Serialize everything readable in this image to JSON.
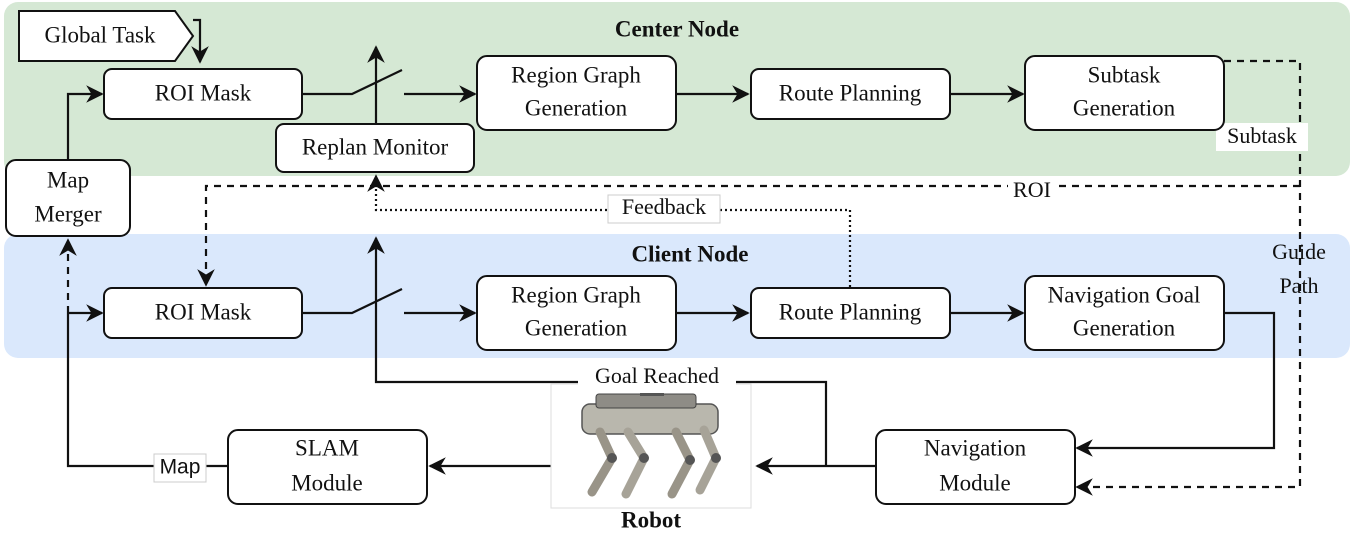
{
  "center_node": {
    "title": "Center Node",
    "color": "#d5e8d4",
    "global_task": "Global Task",
    "roi_mask": "ROI Mask",
    "replan_monitor": "Replan Monitor",
    "region_graph_line1": "Region Graph",
    "region_graph_line2": "Generation",
    "route_planning": "Route Planning",
    "subtask_line1": "Subtask",
    "subtask_line2": "Generation"
  },
  "client_node": {
    "title": "Client Node",
    "color": "#dae8fc",
    "roi_mask": "ROI Mask",
    "region_graph_line1": "Region Graph",
    "region_graph_line2": "Generation",
    "route_planning": "Route Planning",
    "nav_goal_line1": "Navigation Goal",
    "nav_goal_line2": "Generation"
  },
  "map_merger": {
    "line1": "Map",
    "line2": "Merger"
  },
  "slam": {
    "line1": "SLAM",
    "line2": "Module"
  },
  "navigation": {
    "line1": "Navigation",
    "line2": "Module"
  },
  "robot": {
    "title": "Robot",
    "image": "quadruped-robot-dog"
  },
  "edge_labels": {
    "subtask": "Subtask",
    "roi": "ROI",
    "feedback": "Feedback",
    "guide_line1": "Guide",
    "guide_line2": "Path",
    "goal_reached": "Goal Reached",
    "map": "Map"
  }
}
